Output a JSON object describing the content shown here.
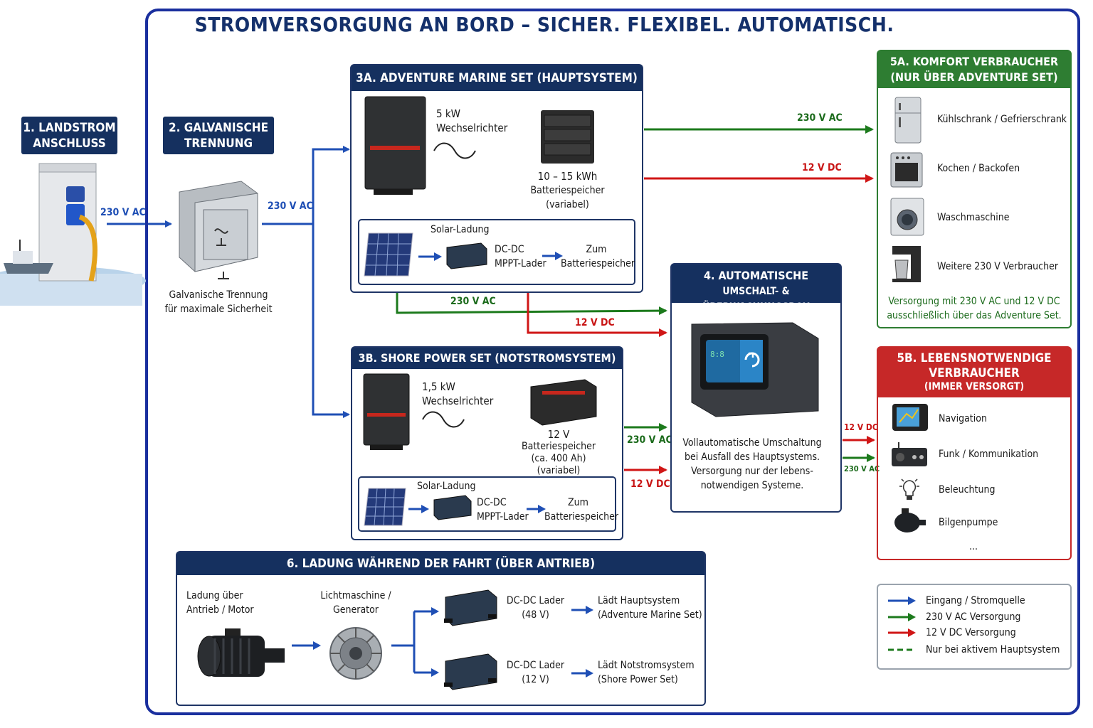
{
  "title": "STROMVERSORGUNG AN BORD – SICHER. FLEXIBEL. AUTOMATISCH.",
  "colors": {
    "navy": "#15305f",
    "frame": "#1a2f9e",
    "input": "#1f4fb5",
    "ac": "#1c7a1c",
    "dc": "#d01616",
    "green_panel": "#2e7d32",
    "red_panel": "#c62828"
  },
  "landstrom": {
    "title_line1": "1. LANDSTROM",
    "title_line2": "ANSCHLUSS",
    "voltage": "230 V AC"
  },
  "galvanic": {
    "title_line1": "2. GALVANISCHE",
    "title_line2": "TRENNUNG",
    "voltage_out": "230 V AC",
    "caption_line1": "Galvanische Trennung",
    "caption_line2": "für maximale Sicherheit"
  },
  "adventure": {
    "title": "3A. ADVENTURE MARINE SET (HAUPTSYSTEM)",
    "inverter_line1": "5 kW",
    "inverter_line2": "Wechselrichter",
    "battery_line1": "10 – 15 kWh",
    "battery_line2": "Batteriespeicher",
    "battery_line3": "(variabel)",
    "solar_label": "Solar-Ladung",
    "mppt_line1": "DC-DC",
    "mppt_line2": "MPPT-Lader",
    "target_line1": "Zum",
    "target_line2": "Batteriespeicher",
    "out_ac": "230 V AC",
    "out_dc": "12 V DC",
    "to_box_ac": "230 V AC",
    "to_box_dc": "12 V DC"
  },
  "shore": {
    "title": "3B. SHORE POWER SET (NOTSTROMSYSTEM)",
    "inverter_line1": "1,5 kW",
    "inverter_line2": "Wechselrichter",
    "battery_line1": "12 V",
    "battery_line2": "Batteriespeicher",
    "battery_line3": "(ca. 400 Ah)",
    "battery_line4": "(variabel)",
    "solar_label": "Solar-Ladung",
    "mppt_line1": "DC-DC",
    "mppt_line2": "MPPT-Lader",
    "target_line1": "Zum",
    "target_line2": "Batteriespeicher",
    "out_ac": "230 V AC",
    "out_dc": "12 V DC"
  },
  "switchbox": {
    "title_line1": "4. AUTOMATISCHE",
    "title_line2": "UMSCHALT- & ÜBERWACHUNGSBOX",
    "desc_line1": "Vollautomatische Umschaltung",
    "desc_line2": "bei Ausfall des Hauptsystems.",
    "desc_line3": "Versorgung nur der lebens-",
    "desc_line4": "notwendigen Systeme.",
    "out_dc": "12 V DC",
    "out_ac": "230 V AC"
  },
  "comfort": {
    "title_line1": "5A. KOMFORT VERBRAUCHER",
    "title_line2": "(NUR ÜBER ADVENTURE SET)",
    "items": [
      {
        "label": "Kühlschrank / Gefrierschrank",
        "icon": "fridge-icon"
      },
      {
        "label": "Kochen / Backofen",
        "icon": "oven-icon"
      },
      {
        "label": "Waschmaschine",
        "icon": "washer-icon"
      },
      {
        "label": "Weitere 230 V Verbraucher",
        "icon": "coffee-machine-icon"
      }
    ],
    "note_line1": "Versorgung mit 230 V AC und 12 V DC",
    "note_line2": "ausschließlich über das Adventure Set."
  },
  "essential": {
    "title_line1": "5B. LEBENSNOTWENDIGE",
    "title_line2": "VERBRAUCHER",
    "title_line3": "(IMMER VERSORGT)",
    "items": [
      {
        "label": "Navigation",
        "icon": "chartplotter-icon"
      },
      {
        "label": "Funk / Kommunikation",
        "icon": "radio-icon"
      },
      {
        "label": "Beleuchtung",
        "icon": "lightbulb-icon"
      },
      {
        "label": "Bilgenpumpe",
        "icon": "bilge-pump-icon"
      }
    ],
    "more": "..."
  },
  "drive": {
    "title": "6. LADUNG WÄHREND DER FAHRT (ÜBER ANTRIEB)",
    "source_line1": "Ladung über",
    "source_line2": "Antrieb / Motor",
    "alt_line1": "Lichtmaschine /",
    "alt_line2": "Generator",
    "charger48_line1": "DC-DC Lader",
    "charger48_line2": "(48 V)",
    "target48_line1": "Lädt Hauptsystem",
    "target48_line2": "(Adventure Marine Set)",
    "charger12_line1": "DC-DC Lader",
    "charger12_line2": "(12 V)",
    "target12_line1": "Lädt Notstromsystem",
    "target12_line2": "(Shore Power Set)"
  },
  "legend": [
    {
      "label": "Eingang / Stromquelle",
      "color": "#1f4fb5",
      "style": "solid"
    },
    {
      "label": "230 V AC Versorgung",
      "color": "#1c7a1c",
      "style": "solid"
    },
    {
      "label": "12 V DC Versorgung",
      "color": "#d01616",
      "style": "solid"
    },
    {
      "label": "Nur bei aktivem Hauptsystem",
      "color": "#1c7a1c",
      "style": "dashed"
    }
  ]
}
